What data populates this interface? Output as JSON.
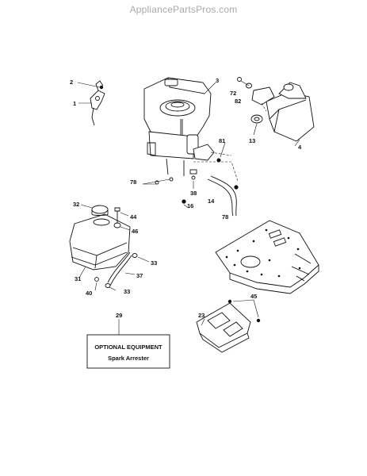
{
  "watermark": "AppliancePartsPros.com",
  "callouts": {
    "c1": "1",
    "c2": "2",
    "c3": "3",
    "c4": "4",
    "c13": "13",
    "c14": "14",
    "c16": "16",
    "c23": "23",
    "c29": "29",
    "c31": "31",
    "c32": "32",
    "c33a": "33",
    "c33b": "33",
    "c37": "37",
    "c38": "38",
    "c40": "40",
    "c44": "44",
    "c45": "45",
    "c46": "46",
    "c72": "72",
    "c78a": "78",
    "c78b": "78",
    "c81": "81",
    "c82": "82"
  },
  "optional_box": {
    "title": "OPTIONAL EQUIPMENT",
    "item": "Spark Arrester"
  }
}
